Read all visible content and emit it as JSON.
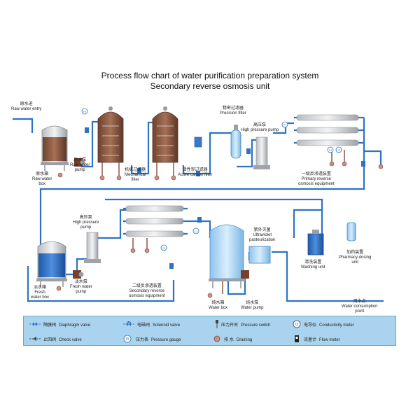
{
  "title": {
    "line1": "Process flow chart of water purification preparation system",
    "line2": "Secondary reverse osmosis unit"
  },
  "labels": {
    "raw_water_entry_zh": "原水进",
    "raw_water_entry_en": "Raw water entry",
    "raw_water_box_zh": "原水箱",
    "raw_water_box_en": [
      "Raw water",
      "box"
    ],
    "raw_water_pump_zh": "原水泵",
    "raw_water_pump_en": [
      "Raw water",
      "pump"
    ],
    "mechanical_filter_zh": "机械过滤器",
    "mechanical_filter_en": [
      "Mechanical",
      "filter"
    ],
    "active_carbon_zh": "活性炭过滤器",
    "active_carbon_en": "Active carbon filter",
    "precision_filter_zh": "精密过滤器",
    "precision_filter_en": "Precision filter",
    "high_pressure_pump1_zh": "高压泵",
    "high_pressure_pump1_en": "High pressure pump",
    "primary_ro_zh": "一级反渗透装置",
    "primary_ro_en": [
      "Primary reverse",
      "osmosis equipment"
    ],
    "high_pressure_pump2_zh": "高压泵",
    "high_pressure_pump2_en": [
      "High pressure",
      "pump"
    ],
    "fresh_water_box_zh": "淡水箱",
    "fresh_water_box_en": [
      "Fresh",
      "water box"
    ],
    "fresh_water_pump_zh": "淡水泵",
    "fresh_water_pump_en": [
      "Fresh water",
      "pump"
    ],
    "secondary_ro_zh": "二级反渗透装置",
    "secondary_ro_en": [
      "Secondary reverse",
      "osmosis equipment"
    ],
    "water_box_zh": "纯水箱",
    "water_box_en": "Water box",
    "water_pump_zh": "纯水泵",
    "water_pump_en": "Water pump",
    "uv_zh": "紫外灭菌",
    "uv_en": [
      "Ultraviolet",
      "pasteurization"
    ],
    "washing_zh": "清洗装置",
    "washing_en": "Washing unit",
    "dosing_zh": "加药装置",
    "dosing_en": [
      "Pharmacy dosing",
      "unit"
    ],
    "consumption_zh": "用水点",
    "consumption_en": [
      "Water consumption",
      "point"
    ]
  },
  "gauge_letters": {
    "pressure": "PI",
    "conductivity": "CI"
  },
  "legend": [
    {
      "zh": "隔膜阀",
      "en": "Diaphragm valve",
      "icon": "diaphragm-valve-icon"
    },
    {
      "zh": "电磁阀",
      "en": "Solenoid valve",
      "icon": "solenoid-valve-icon"
    },
    {
      "zh": "压力开关",
      "en": "Pressure switch",
      "icon": "pressure-switch-icon"
    },
    {
      "zh": "电导仪",
      "en": "Conductivity meter",
      "icon": "conductivity-meter-icon"
    },
    {
      "zh": "止回阀",
      "en": "Check valve",
      "icon": "check-valve-icon"
    },
    {
      "zh": "压力表",
      "en": "Pressure gauge",
      "icon": "pressure-gauge-icon"
    },
    {
      "zh": "排  水",
      "en": "Draining",
      "icon": "drain-icon"
    },
    {
      "zh": "流量计",
      "en": "Flow meter",
      "icon": "flow-meter-icon"
    }
  ],
  "colors": {
    "pipe": "#2e73c2",
    "tank_brown": "#8a5a44",
    "tank_blue": "#2f6fc6",
    "legend_bg": "#a9d3ee"
  }
}
